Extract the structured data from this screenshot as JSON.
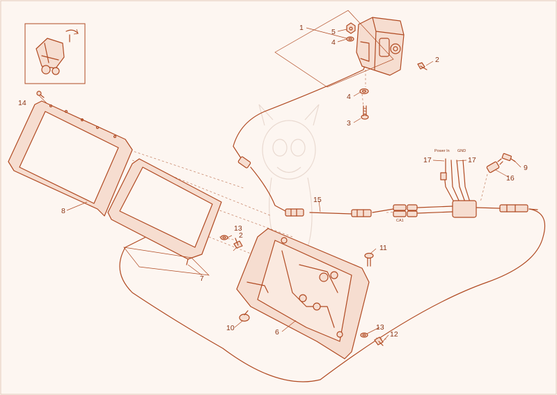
{
  "callouts": {
    "c1": "1",
    "c2a": "2",
    "c2b": "2",
    "c3": "3",
    "c4a": "4",
    "c4b": "4",
    "c5": "5",
    "c6": "6",
    "c7": "7",
    "c8": "8",
    "c9": "9",
    "c10": "10",
    "c11": "11",
    "c12": "12",
    "c13a": "13",
    "c13b": "13",
    "c14": "14",
    "c15": "15",
    "c16": "16",
    "c17a": "17",
    "c17b": "17"
  },
  "wire_labels": {
    "power_in": "Power In",
    "gnd": "GND",
    "ca1": "CA1"
  },
  "colors": {
    "line": "#b04a22",
    "fill": "#f6ddd0",
    "background": "#fdf6f1",
    "watermark": "#e9d9d0"
  }
}
